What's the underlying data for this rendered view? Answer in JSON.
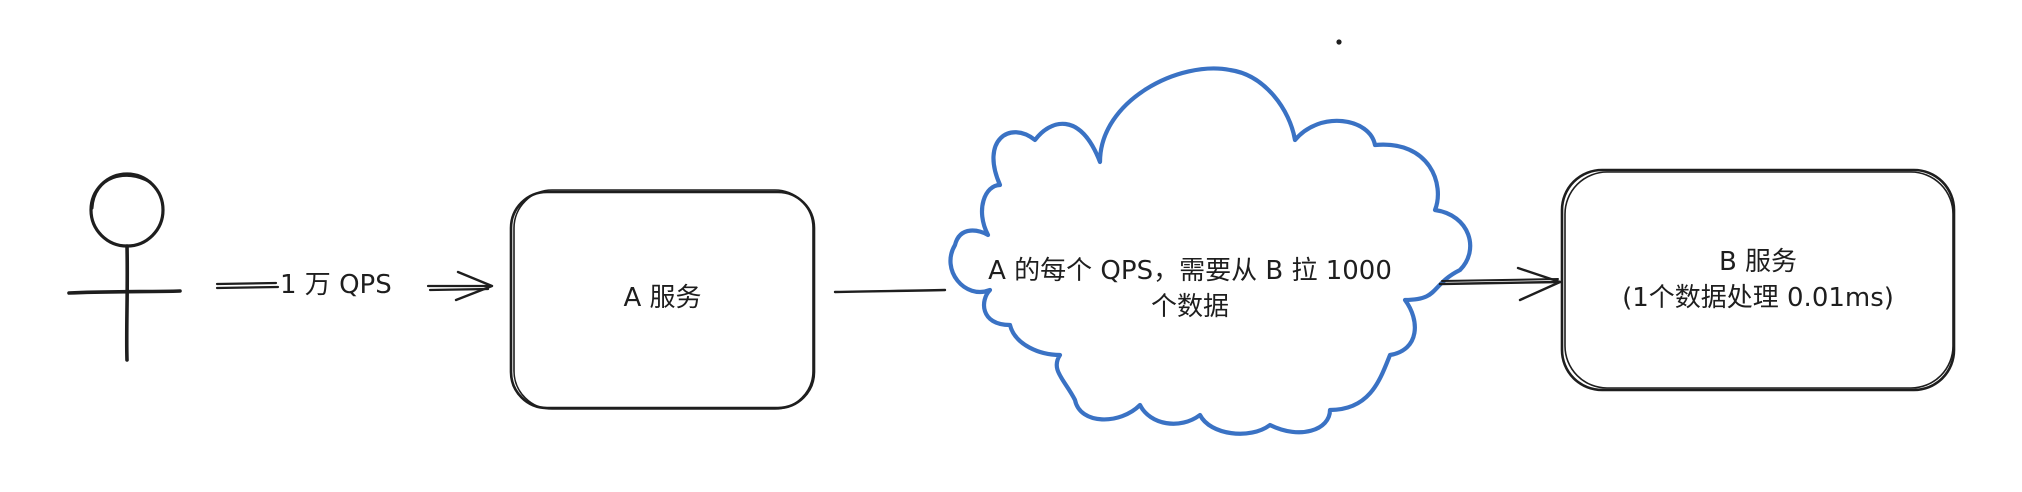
{
  "diagram": {
    "edge_request_label": "1 万 QPS",
    "service_a": {
      "label": "A 服务"
    },
    "cloud": {
      "line1": "A 的每个 QPS，需要从 B 拉 1000",
      "line2": "个数据"
    },
    "service_b": {
      "line1": "B 服务",
      "line2": "(1个数据处理 0.01ms)"
    },
    "colors": {
      "stroke": "#1e1e1e",
      "cloud_stroke": "#3a72c4",
      "background": "#ffffff"
    }
  }
}
